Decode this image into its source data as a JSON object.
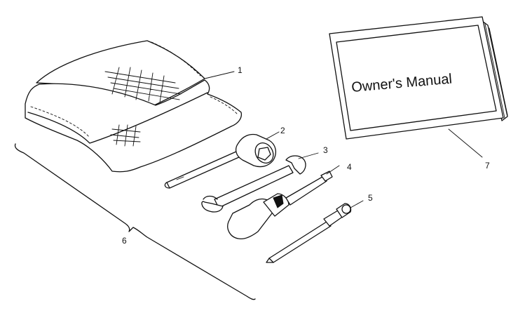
{
  "manual": {
    "title": "Owner's Manual"
  },
  "callouts": [
    {
      "id": "1",
      "label": "1"
    },
    {
      "id": "2",
      "label": "2"
    },
    {
      "id": "3",
      "label": "3"
    },
    {
      "id": "4",
      "label": "4"
    },
    {
      "id": "5",
      "label": "5"
    },
    {
      "id": "6",
      "label": "6"
    },
    {
      "id": "7",
      "label": "7"
    }
  ]
}
